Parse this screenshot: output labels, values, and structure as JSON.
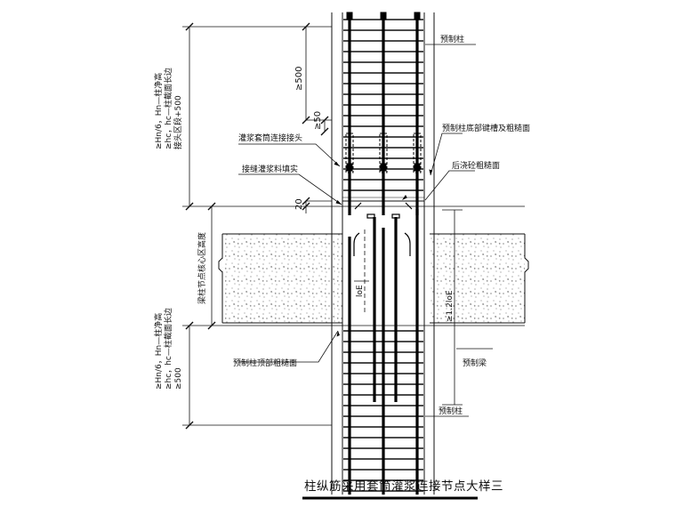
{
  "labels": {
    "precast_column_top": "预制柱",
    "precast_column_bottom": "预制柱",
    "precast_beam": "预制梁",
    "sleeve_joint": "灌浆套筒连接接头",
    "grout_fill": "接缝灌浆料填实",
    "column_bottom_keyway": "预制柱底部键槽及粗糙面",
    "post_cast_rough": "后浇砼粗糙面",
    "column_top_rough": "预制柱顶部粗糙面",
    "joint_core": "梁柱节点核心区高度",
    "loe_left": "loE",
    "loe_right": "≥1.2loE"
  },
  "dims": {
    "upper_500": "≥500",
    "upper_50": "≥50",
    "upper_20": "20"
  },
  "side_notes": {
    "upper": [
      "≥Hn/6，Hn—柱净高",
      "≥hc，hc—柱截面长边",
      "接头区段+500"
    ],
    "lower": [
      "≥Hn/6，Hn—柱净高",
      "≥hc，hc—柱截面长边",
      "≥500"
    ]
  },
  "title": "柱纵筋采用套筒灌浆连接节点大样三"
}
